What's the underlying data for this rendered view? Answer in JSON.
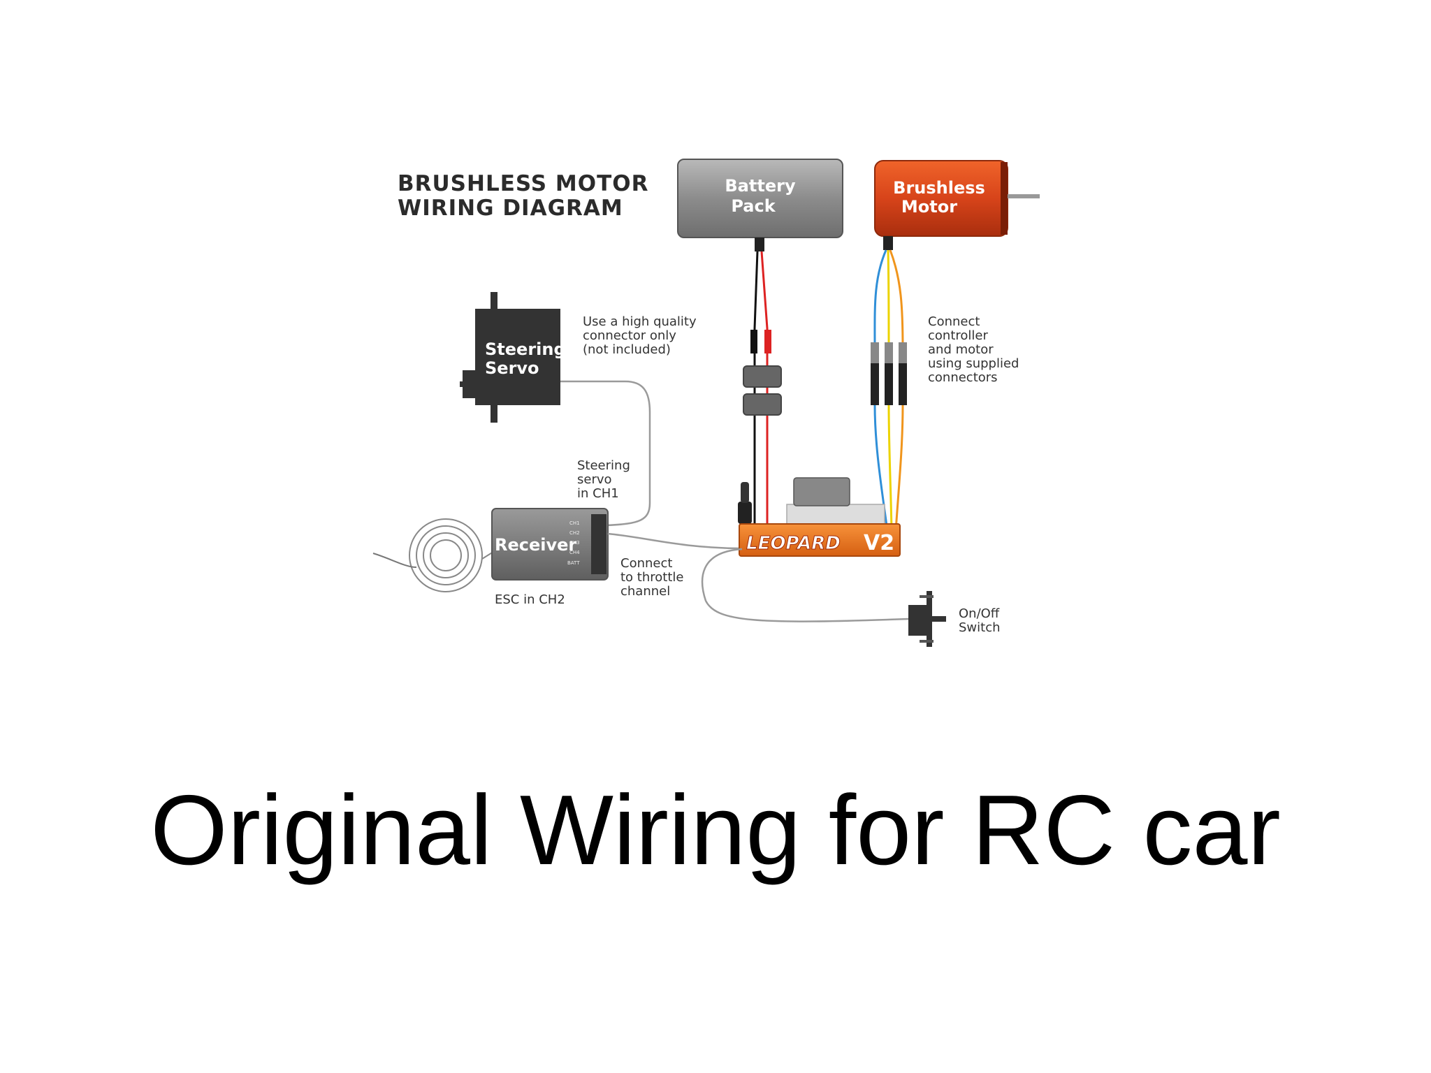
{
  "diagram": {
    "heading_line1": "BRUSHLESS MOTOR",
    "heading_line2": "WIRING DIAGRAM",
    "battery": {
      "line1": "Battery",
      "line2": "Pack"
    },
    "motor": {
      "line1": "Brushless",
      "line2": "Motor"
    },
    "servo": {
      "line1": "Steering",
      "line2": "Servo"
    },
    "receiver": {
      "label": "Receiver",
      "channels": [
        "CH1",
        "CH2",
        "CH3",
        "CH4",
        "BATT"
      ]
    },
    "esc": {
      "brand": "LEOPARD",
      "version": "V2"
    },
    "notes": {
      "connector": [
        "Use a high quality",
        "connector only",
        "(not included)"
      ],
      "motor_connect": [
        "Connect",
        "controller",
        "and motor",
        "using supplied",
        "connectors"
      ],
      "steering": [
        "Steering",
        "servo",
        "in CH1"
      ],
      "throttle": [
        "Connect",
        "to throttle",
        "channel"
      ],
      "esc_ch": "ESC in CH2",
      "switch": [
        "On/Off",
        "Switch"
      ]
    },
    "colors": {
      "battery": "#8a8a8a",
      "motor": "#d7441a",
      "esc": "#e8711c",
      "servo": "#333333",
      "receiver": "#7d7d7d"
    }
  },
  "slide_title": "Original Wiring for RC car"
}
